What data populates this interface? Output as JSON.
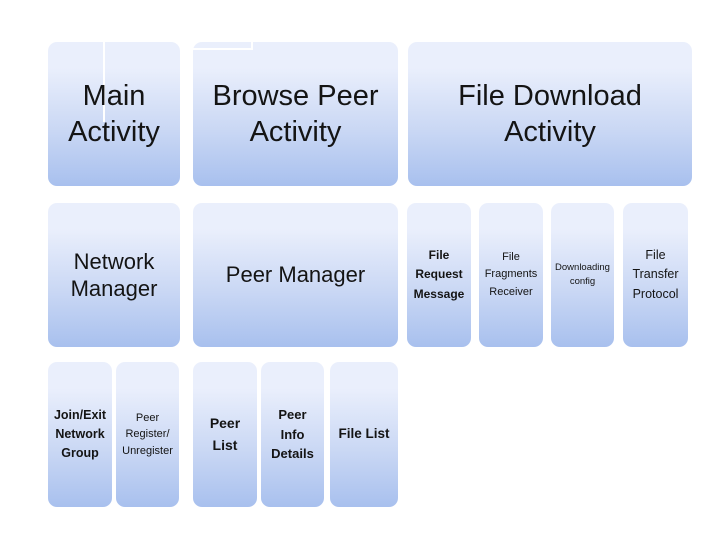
{
  "colors": {
    "background": "#ffffff",
    "box_gradient_top": "#eaeffc",
    "box_gradient_mid": "#c9d7f4",
    "box_gradient_bottom": "#a8c0ee",
    "text": "#141414",
    "connector": "#ffffff"
  },
  "diagram": {
    "type": "hierarchy",
    "nodes": {
      "main_activity": {
        "label": "Main\nActivity"
      },
      "browse_peer_activity": {
        "label": "Browse Peer\nActivity"
      },
      "file_download_activity": {
        "label": "File Download\nActivity"
      },
      "network_manager": {
        "label": "Network\nManager"
      },
      "peer_manager": {
        "label": "Peer Manager"
      },
      "file_request_message": {
        "label": "File\nRequest\nMessage"
      },
      "file_fragments_receiver": {
        "label": "File\nFragments\nReceiver"
      },
      "downloading_config": {
        "label": "Downloading\nconfig"
      },
      "file_transfer_protocol": {
        "label": "File\nTransfer\nProtocol"
      },
      "join_exit_network_group": {
        "label": "Join/Exit\nNetwork\nGroup"
      },
      "peer_register_unregister": {
        "label": "Peer\nRegister/\nUnregister"
      },
      "peer_list": {
        "label": "Peer\nList"
      },
      "peer_info_details": {
        "label": "Peer\nInfo\nDetails"
      },
      "file_list": {
        "label": "File List"
      }
    }
  }
}
